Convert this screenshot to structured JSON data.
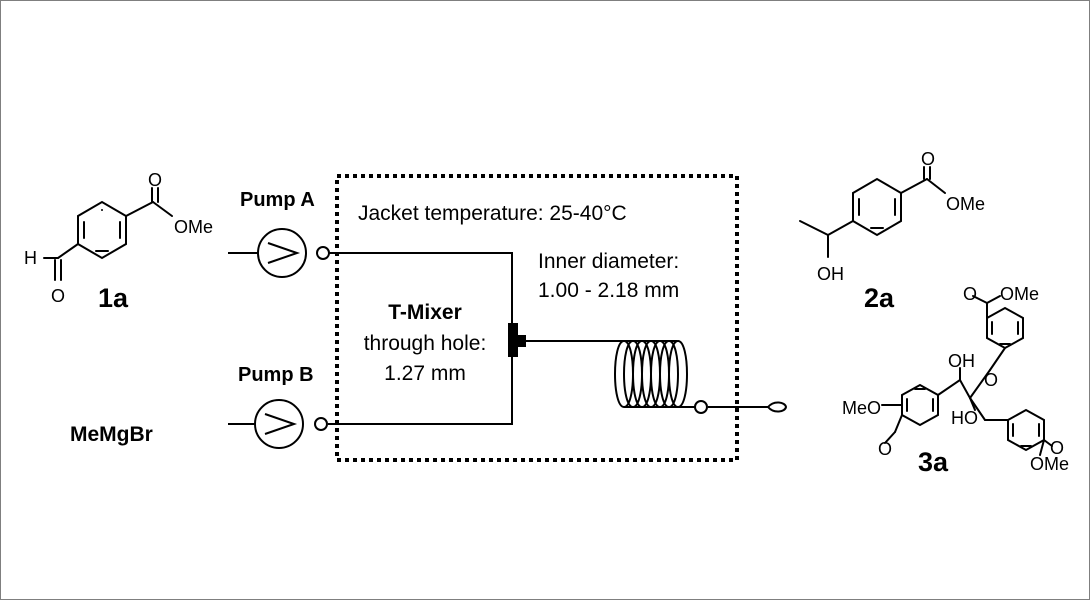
{
  "labels": {
    "pump_a": "Pump A",
    "pump_b": "Pump B",
    "reagent_b": "MeMgBr",
    "jacket": "Jacket temperature: 25-40°C",
    "inner_diameter_title": "Inner diameter:",
    "inner_diameter_value": "1.00 - 2.18 mm",
    "tmixer_title": "T-Mixer",
    "tmixer_hole": "through hole:",
    "tmixer_value": "1.27 mm"
  },
  "compounds": {
    "c1a": {
      "label": "1a",
      "atoms": {
        "o_top": "O",
        "ome": "OMe",
        "h": "H",
        "o_ald": "O"
      }
    },
    "c2a": {
      "label": "2a",
      "atoms": {
        "o_top": "O",
        "ome": "OMe",
        "oh": "OH"
      }
    },
    "c3a": {
      "label": "3a",
      "atoms": {
        "o_top": "O",
        "ome_top": "OMe",
        "oh_top": "OH",
        "o_ket": "O",
        "meo_left": "MeO",
        "o_left": "O",
        "ho_mid": "HO",
        "o_right": "O",
        "ome_right": "OMe"
      }
    }
  }
}
